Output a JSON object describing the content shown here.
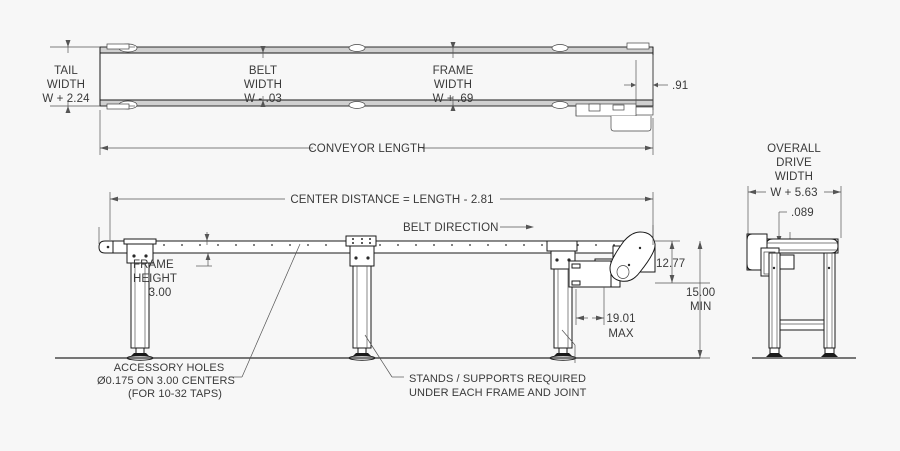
{
  "drawing": {
    "title": "Conveyor Assembly Dimensional Drawing",
    "background_color": "#f7f7f7",
    "line_color": "#1a1a1a",
    "dim_line_color": "#555555",
    "text_color": "#3a3a3a"
  },
  "top_view": {
    "tail_width": {
      "line1": "TAIL",
      "line2": "WIDTH",
      "line3": "W + 2.24"
    },
    "belt_width": {
      "line1": "BELT",
      "line2": "WIDTH",
      "line3": "W - .03"
    },
    "frame_width": {
      "line1": "FRAME",
      "line2": "WIDTH",
      "line3": "W + .69"
    },
    "drive_offset": ".91",
    "conveyor_length": "CONVEYOR LENGTH"
  },
  "side_view": {
    "center_distance": "CENTER DISTANCE = LENGTH - 2.81",
    "belt_direction": "BELT DIRECTION",
    "frame_height": {
      "line1": "FRAME",
      "line2": "HEIGHT",
      "line3": "3.00"
    },
    "drive_height": "12.77",
    "min_height": {
      "line1": "15.00",
      "line2": "MIN"
    },
    "drive_projection": {
      "line1": "19.01",
      "line2": "MAX"
    }
  },
  "end_view": {
    "overall_drive_width": {
      "line1": "OVERALL",
      "line2": "DRIVE",
      "line3": "WIDTH",
      "line4": "W + 5.63"
    },
    "belt_thickness": ".089"
  },
  "notes": {
    "accessory_holes": {
      "line1": "ACCESSORY HOLES",
      "line2": "Ø0.175 ON 3.00 CENTERS",
      "line3": "(FOR 10-32 TAPS)"
    },
    "stands": {
      "line1": "STANDS / SUPPORTS REQUIRED",
      "line2": "UNDER EACH FRAME AND JOINT"
    }
  }
}
